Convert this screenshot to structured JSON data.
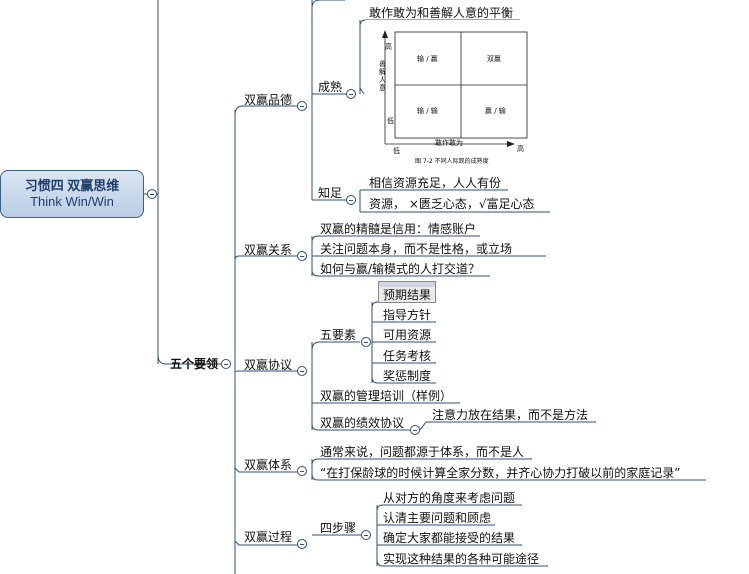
{
  "root": {
    "line1": "习惯四 双赢思维",
    "line2": "Think Win/Win"
  },
  "main_branch": "五个要领",
  "branches": {
    "character": "双赢品德",
    "relationship": "双赢关系",
    "agreement": "双赢协议",
    "system": "双赢体系",
    "process": "双赢过程"
  },
  "character": {
    "maturity": "成熟",
    "maturity_desc": "敢作敢为和善解人意的平衡",
    "wisdom": "知足",
    "wisdom_items": [
      "相信资源充足，人人有份",
      "资源，  ×匮乏心态，√富足心态"
    ]
  },
  "figure": {
    "quadrants": [
      "输 / 赢",
      "双赢",
      "输 / 输",
      "赢 / 输"
    ],
    "y_axis": "善解人意",
    "y_high": "高",
    "y_low": "低",
    "x_axis": "敢作敢为",
    "x_low": "低",
    "x_high": "高",
    "caption": "图 7-2   不同人际观的成熟度"
  },
  "relationship": {
    "items": [
      "双赢的精髓是信用：情感账户",
      "关注问题本身，而不是性格，或立场",
      "如何与赢/输模式的人打交道？"
    ]
  },
  "agreement": {
    "five_elements": "五要素",
    "elements": [
      "预期结果",
      "指导方针",
      "可用资源",
      "任务考核",
      "奖惩制度"
    ],
    "training": "双赢的管理培训（样例）",
    "performance": "双赢的绩效协议",
    "performance_note": "注意力放在结果，而不是方法"
  },
  "system": {
    "items": [
      "通常来说，问题都源于体系，而不是人",
      "“在打保龄球的时候计算全家分数，并齐心协力打破以前的家庭记录”"
    ]
  },
  "process": {
    "four_steps": "四步骤",
    "steps": [
      "从对方的角度来考虑问题",
      "认清主要问题和顾虑",
      "确定大家都能接受的结果",
      "实现这种结果的各种可能途径"
    ]
  },
  "colors": {
    "line": "#2f4f7a",
    "root_text": "#1f3f6b"
  }
}
